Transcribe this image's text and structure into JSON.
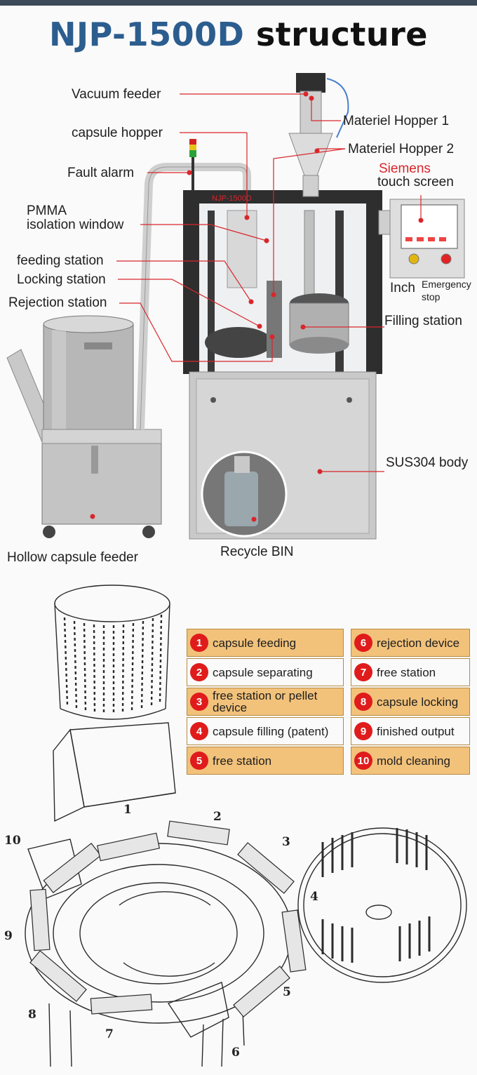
{
  "title": {
    "model": "NJP-1500D",
    "word": "structure"
  },
  "machine_labels": {
    "vacuum_feeder": "Vacuum feeder",
    "capsule_hopper": "capsule hopper",
    "fault_alarm": "Fault alarm",
    "pmma_line1": "PMMA",
    "pmma_line2": "isolation window",
    "feeding_station": "feeding station",
    "locking_station": "Locking station",
    "rejection_station": "Rejection station",
    "materiel_hopper_1": "Materiel Hopper 1",
    "materiel_hopper_2": "Materiel Hopper 2",
    "siemens": "Siemens",
    "touch_screen": "touch screen",
    "inch": "Inch",
    "emergency_line1": "Emergency",
    "emergency_line2": "stop",
    "filling_station": "Filling station",
    "sus304_body": "SUS304 body",
    "recycle_bin": "Recycle BIN",
    "hollow_capsule_feeder": "Hollow capsule feeder",
    "panel_brand": "NJP-1500D"
  },
  "legend": [
    {
      "num": "1",
      "text": "capsule feeding"
    },
    {
      "num": "2",
      "text": "capsule separating"
    },
    {
      "num": "3",
      "text": "free station or pellet device"
    },
    {
      "num": "4",
      "text": "capsule filling (patent)"
    },
    {
      "num": "5",
      "text": "free station"
    },
    {
      "num": "6",
      "text": "rejection device"
    },
    {
      "num": "7",
      "text": "free station"
    },
    {
      "num": "8",
      "text": "capsule locking"
    },
    {
      "num": "9",
      "text": "finished output"
    },
    {
      "num": "10",
      "text": "mold cleaning"
    }
  ],
  "diagram_numbers": [
    "1",
    "2",
    "3",
    "4",
    "5",
    "6",
    "7",
    "8",
    "9",
    "10"
  ],
  "colors": {
    "title_blue": "#2c5d8f",
    "callout_red": "#d9262b",
    "legend_fill": "#f2c27b",
    "badge_red": "#e01b1b"
  }
}
